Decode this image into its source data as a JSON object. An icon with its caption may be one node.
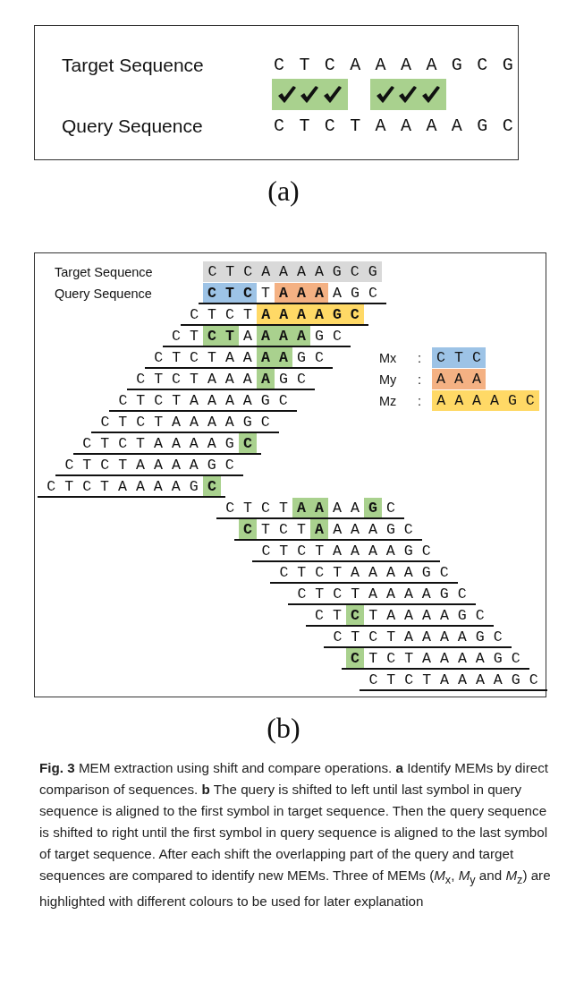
{
  "diagram": {
    "caption": "**Fig. 3** MEM extraction using shift and compare operations. **a** Identify MEMs by direct comparison of sequences. **b** The query is shifted to left until last symbol in query sequence is aligned to the first symbol in target sequence. Then the query sequence is shifted to right until the first symbol in query sequence is aligned to the last symbol of target sequence. After each shift the overlapping part of the query and target sequences are compared to identify new MEMs. Three of MEMs (*M*$_{x}$, *M*$_{y}$ and *M*$_{z}$) are highlighted with different colours to be used for later explanation",
    "nodes": [
      {
        "text": [],
        "shape": "box"
      },
      {
        "text": [],
        "shape": "box",
        "in": 0
      },
      {
        "text": [],
        "shape": "box",
        "in": 0
      },
      {
        "text": [],
        "shape": "box"
      },
      {
        "text": [
          "C T C A A A A G C G"
        ],
        "in": 3
      },
      {
        "text": [
          "C T C"
        ],
        "in": 3
      },
      {
        "text": [
          "A A A"
        ],
        "in": 3
      },
      {
        "text": [
          "A A A A G C"
        ],
        "in": 3
      },
      {
        "text": [
          "C T"
        ],
        "in": 3
      },
      {
        "text": [
          "A A A"
        ],
        "in": 3
      },
      {
        "text": [
          "A A"
        ],
        "in": 3
      },
      {
        "text": [
          "C T C"
        ],
        "in": 3
      },
      {
        "text": [
          "A"
        ],
        "in": 3
      },
      {
        "text": [
          "A A A"
        ],
        "in": 3
      },
      {
        "text": [
          "A A A A G C"
        ],
        "in": 3
      },
      {
        "text": [
          "C"
        ],
        "in": 3
      },
      {
        "text": [
          "C"
        ],
        "in": 3
      },
      {
        "text": [
          "A A"
        ],
        "in": 3
      },
      {
        "text": [
          "G"
        ],
        "in": 3
      },
      {
        "text": [
          "C"
        ],
        "in": 3
      },
      {
        "text": [
          "A"
        ],
        "in": 3
      },
      {
        "text": [
          "C"
        ],
        "in": 3
      },
      {
        "text": [
          "C"
        ],
        "in": 3
      }
    ],
    "labels": [
      "Target Sequence",
      "C T C A A A A G C G",
      "Query Sequence",
      "C T C T A A A A G C",
      "(a)",
      "Target Sequence",
      "Query Sequence",
      "T",
      "A G C",
      "C T C T",
      "C T",
      "A",
      "G C",
      "C T C T A A",
      "G C",
      "Mx",
      ":",
      "C T C T A A A",
      "G C",
      "My",
      ":",
      "C T C T A A A A G C",
      "Mz",
      ":",
      "C T C T A A A A G C",
      "C T C T A A A A G",
      "C T C T A A A A G C",
      "C T C T A A A A G",
      "C T C T",
      "A A",
      "C",
      "T C T",
      "A A A G C",
      "C T C T A A A A G C",
      "C T C T A A A A G C",
      "C T C T A A A A G C",
      "C T",
      "T A A A A G C",
      "C T C T A A A A G C",
      "T C T A A A A G C",
      "C T C T A A A A G C",
      "(b)"
    ]
  }
}
